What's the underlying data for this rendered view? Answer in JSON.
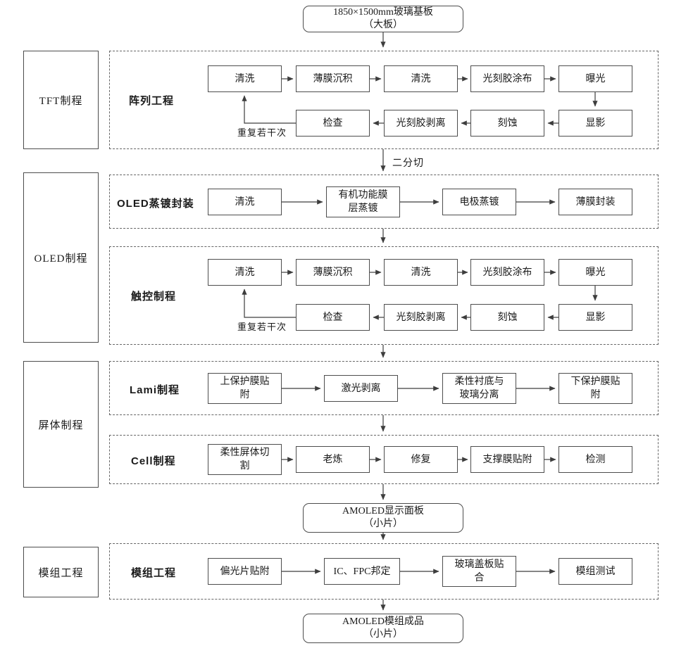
{
  "nodes": {
    "start": {
      "line1": "1850×1500mm玻璃基板",
      "line2": "（大板）"
    },
    "panel": {
      "line1": "AMOLED显示面板",
      "line2": "（小片）"
    },
    "final": {
      "line1": "AMOLED模组成品",
      "line2": "（小片）"
    }
  },
  "stages": [
    {
      "label": "TFT制程"
    },
    {
      "label": "OLED制程"
    },
    {
      "label": "屏体制程"
    },
    {
      "label": "模组工程"
    }
  ],
  "sections": {
    "array": {
      "label": "阵列工程",
      "row1": [
        "清洗",
        "薄膜沉积",
        "清洗",
        "光刻胶涂布",
        "曝光"
      ],
      "row2": [
        "检查",
        "光刻胶剥离",
        "刻蚀",
        "显影"
      ],
      "repeat_note": "重复若干次"
    },
    "evap": {
      "label": "OLED蒸镀封装",
      "row": [
        "清洗",
        "有机功能膜层蒸镀",
        "电极蒸镀",
        "薄膜封装"
      ]
    },
    "touch": {
      "label": "触控制程",
      "row1": [
        "清洗",
        "薄膜沉积",
        "清洗",
        "光刻胶涂布",
        "曝光"
      ],
      "row2": [
        "检查",
        "光刻胶剥离",
        "刻蚀",
        "显影"
      ],
      "repeat_note": "重复若干次"
    },
    "lami": {
      "label": "Lami制程",
      "row": [
        "上保护膜贴附",
        "激光剥离",
        "柔性衬底与玻璃分离",
        "下保护膜贴附"
      ]
    },
    "cell": {
      "label": "Cell制程",
      "row": [
        "柔性屏体切割",
        "老炼",
        "修复",
        "支撑膜贴附",
        "检测"
      ]
    },
    "module": {
      "label": "模组工程",
      "row": [
        "偏光片贴附",
        "IC、FPC邦定",
        "玻璃盖板贴合",
        "模组测试"
      ]
    }
  },
  "edge_labels": {
    "bisect": "二分切"
  },
  "colors": {
    "line": "#3d3d3d",
    "border": "#4d4d4d",
    "background": "#ffffff",
    "text": "#1a1a1a"
  }
}
